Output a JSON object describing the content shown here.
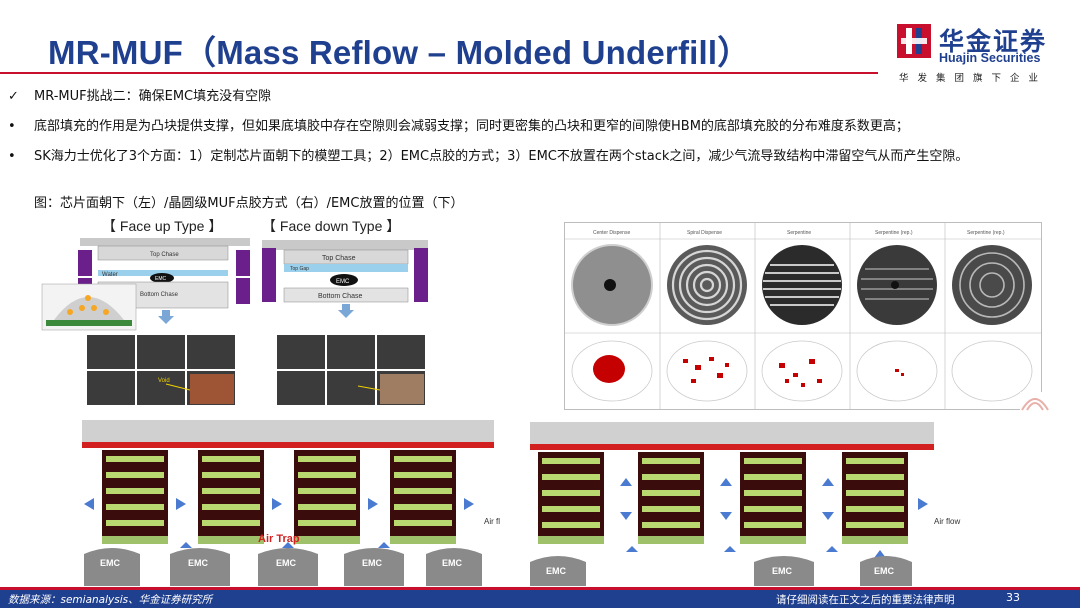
{
  "header": {
    "title": "MR-MUF（Mass Reflow – Molded Underfill）",
    "logo_cn": "华金证券",
    "logo_en": "Huajin Securities",
    "logo_sub": "华发集团旗下企业"
  },
  "bullets": [
    {
      "mark": "✓",
      "text": "MR-MUF挑战二：确保EMC填充没有空隙"
    },
    {
      "mark": "•",
      "text": "底部填充的作用是为凸块提供支撑，但如果底填胶中存在空隙则会减弱支撑；同时更密集的凸块和更窄的间隙使HBM的底部填充胶的分布难度系数更高；"
    },
    {
      "mark": "•",
      "text": "SK海力士优化了3个方面：1）定制芯片面朝下的模塑工具；2）EMC点胶的方式；3）EMC不放置在两个stack之间，减少气流导致结构中滞留空气从而产生空隙。"
    }
  ],
  "caption": "图：芯片面朝下（左）/晶圆级MUF点胶方式（右）/EMC放置的位置（下）",
  "figure_left": {
    "face_up": "【 Face up Type 】",
    "face_down": "【 Face down Type 】",
    "top_chase": "Top Chase",
    "bottom_chase": "Bottom Chase",
    "water": "Water",
    "emc": "EMC",
    "top_gap": "Top Gap",
    "void": "Void"
  },
  "figure_right": {
    "columns": [
      "Center Dispense",
      "Spiral Dispense",
      "Serpentine",
      "Serpentine (rep.)",
      "Serpentine (rep.)"
    ]
  },
  "figure_bottom": {
    "air_trap": "Air Trap",
    "air_flow": "Air flow",
    "emc": "EMC"
  },
  "footer": {
    "source": "数据来源：semianalysis、华金证券研究所",
    "disclaimer": "请仔细阅读在正文之后的重要法律声明",
    "page": "33"
  }
}
